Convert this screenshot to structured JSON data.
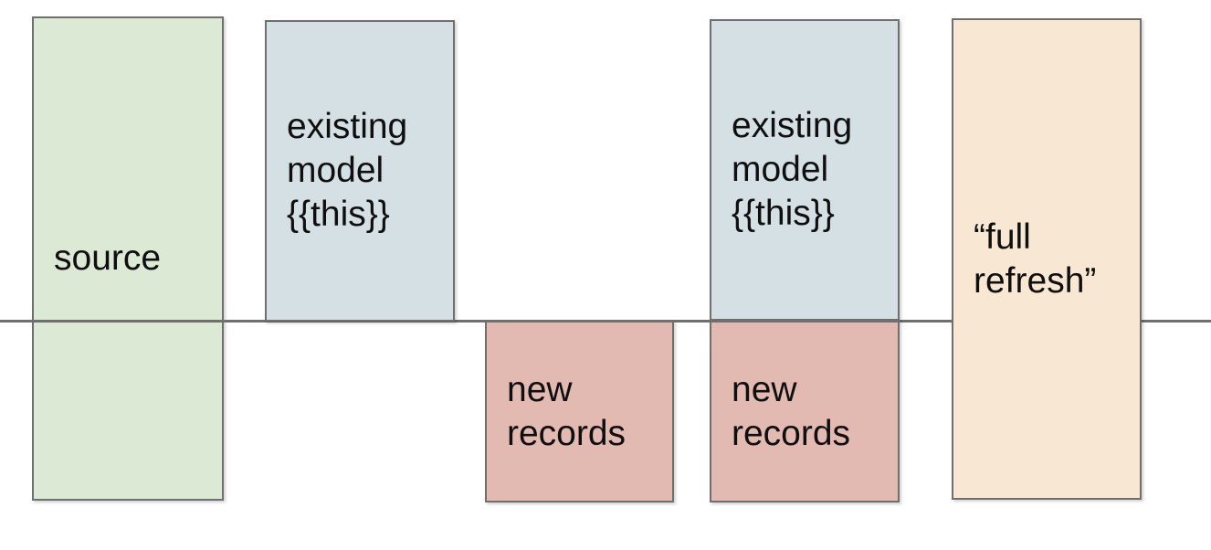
{
  "diagram": {
    "background": "#ffffff",
    "border_color": "#6f6f6f",
    "text_color": "#0f0f0f",
    "divider": {
      "color": "#6f6f6f"
    },
    "boxes": {
      "source": {
        "label": "source",
        "fill": "#dcead5"
      },
      "existing_model_1": {
        "label": "existing\nmodel\n{{this}}",
        "fill": "#d4e0e4"
      },
      "new_records_1": {
        "label": "new\nrecords",
        "fill": "#e3bab1"
      },
      "existing_model_2": {
        "label": "existing\nmodel\n{{this}}",
        "fill": "#d4e0e4"
      },
      "new_records_2": {
        "label": "new\nrecords",
        "fill": "#e3bab1"
      },
      "full_refresh": {
        "label": "“full\nrefresh”",
        "fill": "#f8e7d2"
      }
    }
  }
}
